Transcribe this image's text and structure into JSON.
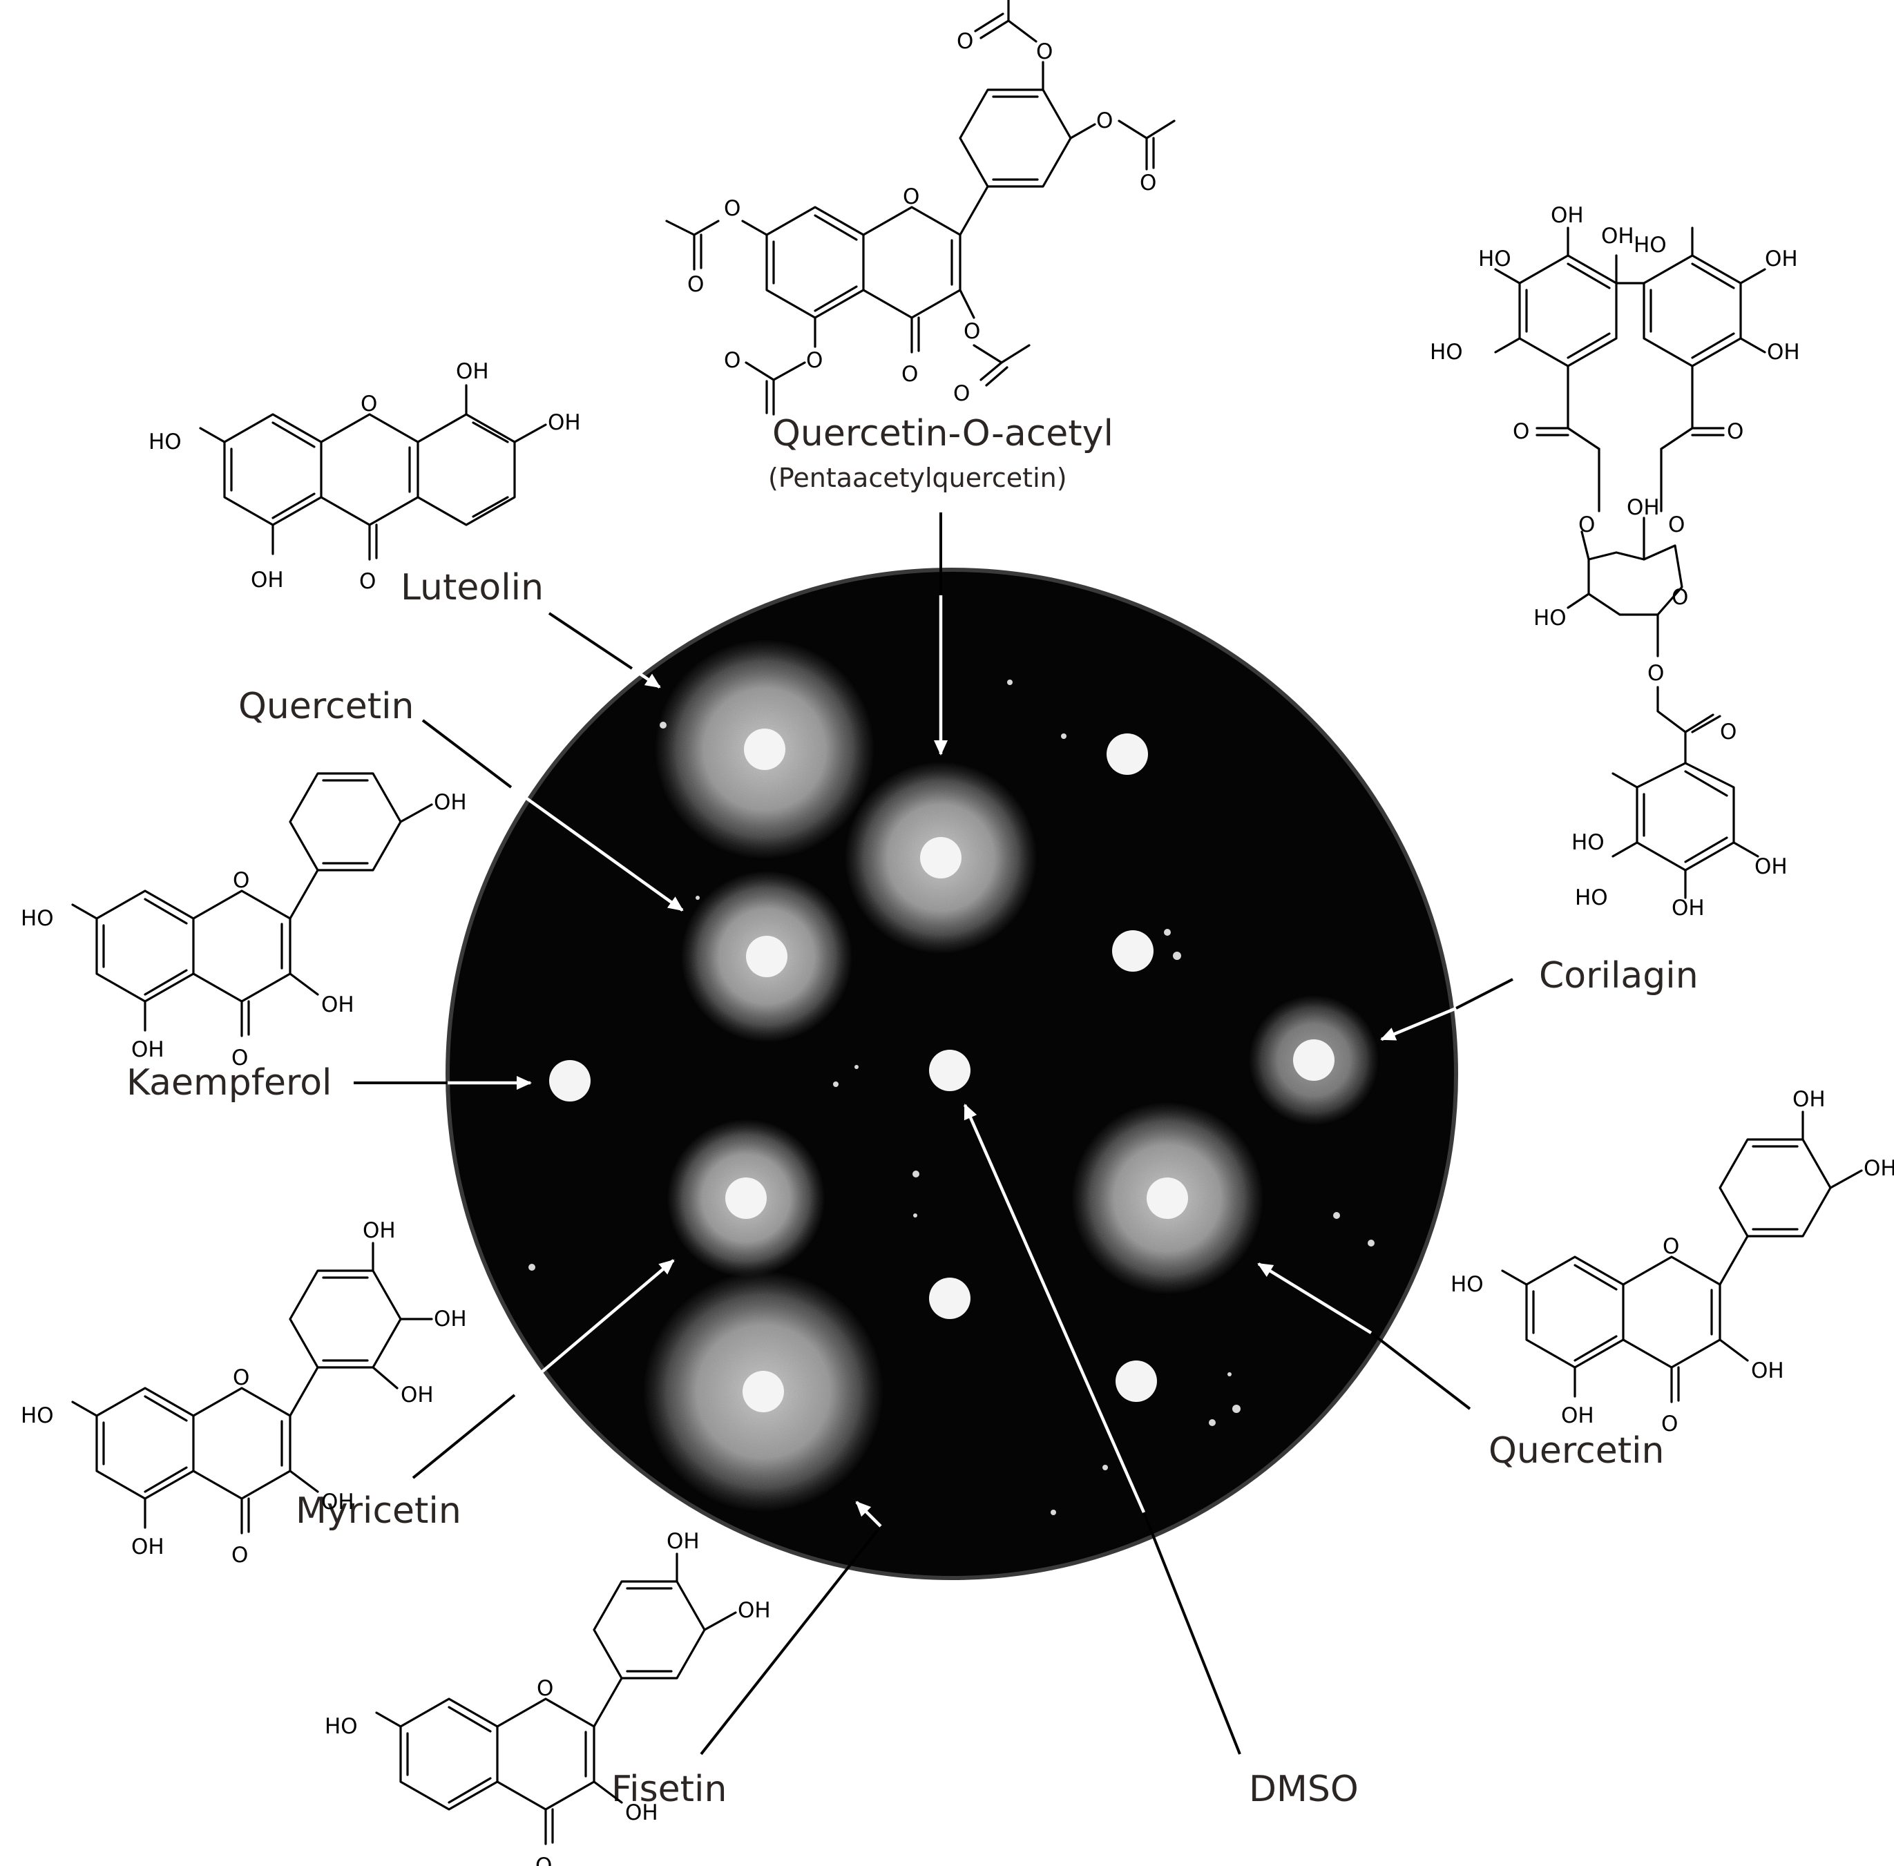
{
  "labels": {
    "luteolin": "Luteolin",
    "quercetin_left": "Quercetin",
    "quercetin_o_acetyl": "Quercetin-O-acetyl",
    "pentaacetylquercetin": "(Pentaacetylquercetin)",
    "corilagin": "Corilagin",
    "kaempferol": "Kaempferol",
    "myricetin": "Myricetin",
    "fisetin": "Fisetin",
    "dmso": "DMSO",
    "quercetin_right": "Quercetin"
  },
  "atoms": {
    "oh": "OH",
    "ho": "HO",
    "o": "O"
  },
  "colors": {
    "plate": "#050505",
    "disk": "#f4f4f4",
    "halo": "#cfcfcf",
    "label_text": "#2b2523",
    "arrow": "#000000",
    "arrow_on_plate": "#ffffff"
  },
  "plate": {
    "disks": [
      {
        "compound": "Luteolin",
        "halo": true
      },
      {
        "compound": "Quercetin-O-acetyl",
        "halo": true
      },
      {
        "compound": "Quercetin",
        "halo": true
      },
      {
        "compound": "Corilagin",
        "halo": true
      },
      {
        "compound": "Kaempferol",
        "halo": false
      },
      {
        "compound": "DMSO",
        "halo": false
      },
      {
        "compound": "Myricetin",
        "halo": true
      },
      {
        "compound": "Quercetin",
        "halo": true
      },
      {
        "compound": "Fisetin",
        "halo": true
      }
    ]
  }
}
